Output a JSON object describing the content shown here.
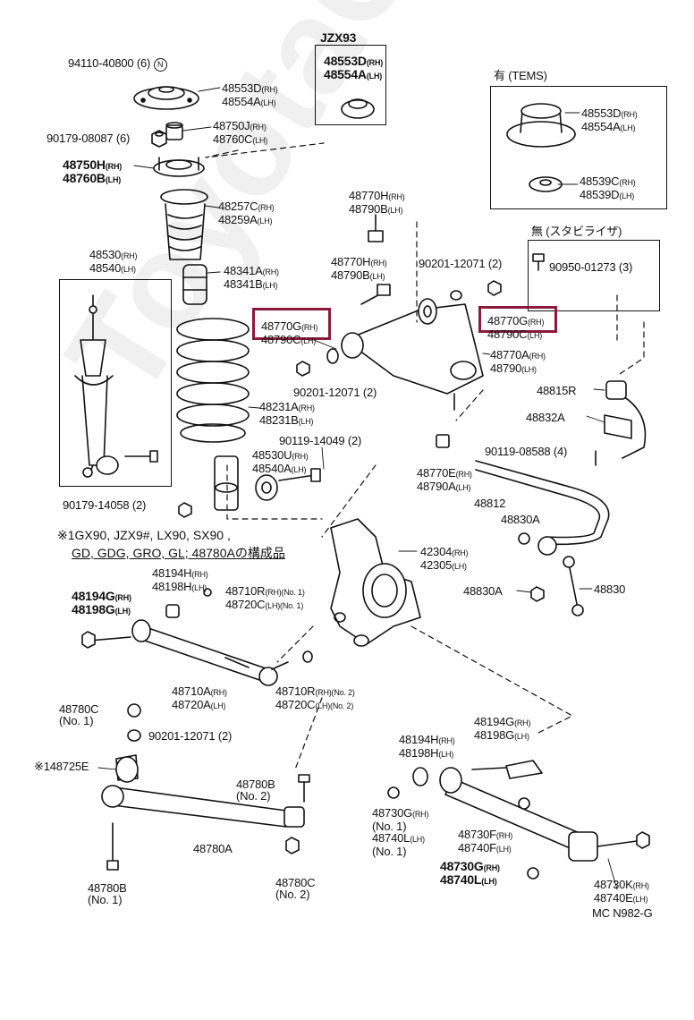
{
  "watermark": "ToyotaCarMani.ru",
  "corner_code": "MC N982-G",
  "header_variant": "JZX93",
  "tems_title": "有 (TEMS)",
  "stabilizer_title": "無 (スタビライザ)",
  "note_line1": "※1GX90, JZX9#, LX90, SX90 ,",
  "note_line2": "GD, GDG, GRO, GL; 48780Aの構成品",
  "highlight_color": "#8b1a3a",
  "labels": [
    {
      "id": "l1",
      "a": "94110-40800 (6)",
      "b": ""
    },
    {
      "id": "l2",
      "a": "48553D",
      "ar": "(RH)",
      "b": "48554A",
      "br": "(LH)"
    },
    {
      "id": "l3",
      "a": "48553D",
      "ar": "(RH)",
      "b": "48554A",
      "br": "(LH)"
    },
    {
      "id": "l4",
      "a": "48750J",
      "ar": "(RH)",
      "b": "48760C",
      "br": "(LH)"
    },
    {
      "id": "l5",
      "a": "90179-08087 (6)",
      "b": ""
    },
    {
      "id": "l6",
      "a": "48750H",
      "ar": "(RH)",
      "b": "48760B",
      "br": "(LH)"
    },
    {
      "id": "l7",
      "a": "48257C",
      "ar": "(RH)",
      "b": "48259A",
      "br": "(LH)"
    },
    {
      "id": "l8",
      "a": "48530",
      "ar": "(RH)",
      "b": "48540",
      "br": "(LH)"
    },
    {
      "id": "l9",
      "a": "48341A",
      "ar": "(RH)",
      "b": "48341B",
      "br": "(LH)"
    },
    {
      "id": "l10",
      "a": "48770H",
      "ar": "(RH)",
      "b": "48790B",
      "br": "(LH)"
    },
    {
      "id": "l11",
      "a": "48770H",
      "ar": "(RH)",
      "b": "48790B",
      "br": "(LH)"
    },
    {
      "id": "l12",
      "a": "90201-12071 (2)",
      "b": ""
    },
    {
      "id": "l13",
      "a": "48770G",
      "ar": "(RH)",
      "b": "48790C",
      "br": "(LH)"
    },
    {
      "id": "l14",
      "a": "48770G",
      "ar": "(RH)",
      "b": "48790C",
      "br": "(LH)"
    },
    {
      "id": "l15",
      "a": "48770A",
      "ar": "(RH)",
      "b": "48790",
      "br": "(LH)"
    },
    {
      "id": "l16",
      "a": "90201-12071 (2)",
      "b": ""
    },
    {
      "id": "l17",
      "a": "48231A",
      "ar": "(RH)",
      "b": "48231B",
      "br": "(LH)"
    },
    {
      "id": "l18",
      "a": "90119-14049 (2)",
      "b": ""
    },
    {
      "id": "l19",
      "a": "48530U",
      "ar": "(RH)",
      "b": "48540A",
      "br": "(LH)"
    },
    {
      "id": "l20",
      "a": "48770E",
      "ar": "(RH)",
      "b": "48790A",
      "br": "(LH)"
    },
    {
      "id": "l21",
      "a": "48553D",
      "ar": "(RH)",
      "b": "48554A",
      "br": "(LH)"
    },
    {
      "id": "l22",
      "a": "48539C",
      "ar": "(RH)",
      "b": "48539D",
      "br": "(LH)"
    },
    {
      "id": "l23",
      "a": "90950-01273 (3)",
      "b": ""
    },
    {
      "id": "l24",
      "a": "48815R",
      "b": ""
    },
    {
      "id": "l25",
      "a": "48832A",
      "b": ""
    },
    {
      "id": "l26",
      "a": "90119-08588 (4)",
      "b": ""
    },
    {
      "id": "l27",
      "a": "48812",
      "b": ""
    },
    {
      "id": "l28",
      "a": "48830A",
      "b": ""
    },
    {
      "id": "l29",
      "a": "48830A",
      "b": ""
    },
    {
      "id": "l30",
      "a": "48830",
      "b": ""
    },
    {
      "id": "l31",
      "a": "90179-14058 (2)",
      "b": ""
    },
    {
      "id": "l32",
      "a": "42304",
      "ar": "(RH)",
      "b": "42305",
      "br": "(LH)"
    },
    {
      "id": "l33",
      "a": "48194H",
      "ar": "(RH)",
      "b": "48198H",
      "br": "(LH)"
    },
    {
      "id": "l34",
      "a": "48194G",
      "ar": "(RH)",
      "b": "48198G",
      "br": "(LH)"
    },
    {
      "id": "l35",
      "a": "48710R",
      "ar": "(RH)(No. 1)",
      "b": "48720C",
      "br": "(LH)(No. 1)"
    },
    {
      "id": "l36",
      "a": "48710A",
      "ar": "(RH)",
      "b": "48720A",
      "br": "(LH)"
    },
    {
      "id": "l37",
      "a": "48710R",
      "ar": "(RH)(No. 2)",
      "b": "48720C",
      "br": "(LH)(No. 2)"
    },
    {
      "id": "l38",
      "a": "48780C",
      "b": "(No. 1)"
    },
    {
      "id": "l39",
      "a": "90201-12071 (2)",
      "b": ""
    },
    {
      "id": "l40",
      "a": "※148725E",
      "b": ""
    },
    {
      "id": "l41",
      "a": "48780B",
      "b": "(No. 2)"
    },
    {
      "id": "l42",
      "a": "48780A",
      "b": ""
    },
    {
      "id": "l43",
      "a": "48780B",
      "b": "(No. 1)"
    },
    {
      "id": "l44",
      "a": "48780C",
      "b": "(No. 2)"
    },
    {
      "id": "l45",
      "a": "48194H",
      "ar": "(RH)",
      "b": "48198H",
      "br": "(LH)"
    },
    {
      "id": "l46",
      "a": "48194G",
      "ar": "(RH)",
      "b": "48198G",
      "br": "(LH)"
    },
    {
      "id": "l47",
      "a": "48730G",
      "ar": "(RH)",
      "b": "(No. 1)",
      "br": ""
    },
    {
      "id": "l48",
      "a": "48740L",
      "ar": "(LH)",
      "b": "(No. 1)",
      "br": ""
    },
    {
      "id": "l49",
      "a": "48730F",
      "ar": "(RH)",
      "b": "48740F",
      "br": "(LH)"
    },
    {
      "id": "l50",
      "a": "48730G",
      "ar": "(RH)",
      "b": "48740L",
      "br": "(LH)"
    },
    {
      "id": "l51",
      "a": "48730K",
      "ar": "(RH)",
      "b": "48740E",
      "br": "(LH)"
    }
  ]
}
